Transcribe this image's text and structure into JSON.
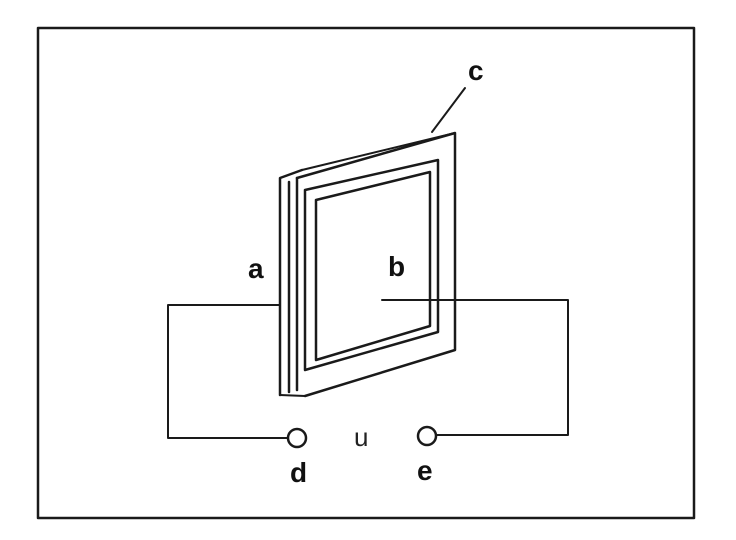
{
  "labels": {
    "a": "a",
    "b": "b",
    "c": "c",
    "d": "d",
    "e": "e",
    "u": "u"
  },
  "colors": {
    "ink": "#1a1a1a",
    "background": "#ffffff"
  }
}
